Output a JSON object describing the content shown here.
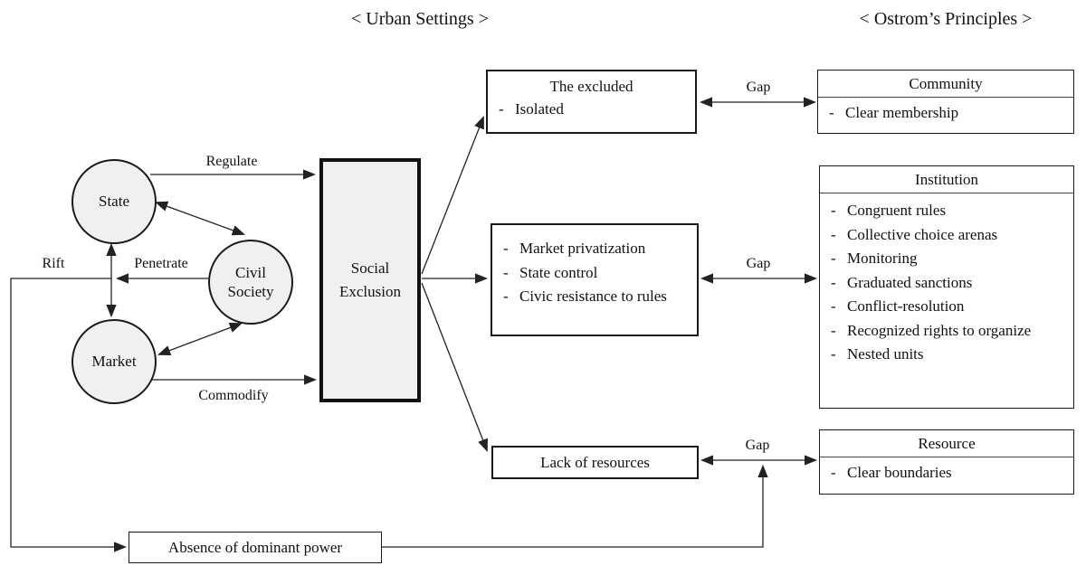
{
  "titles": {
    "urban": "< Urban Settings >",
    "ostrom": "< Ostrom’s Principles >"
  },
  "bullet": "-",
  "circles": {
    "state": "State",
    "civil_society_line1": "Civil",
    "civil_society_line2": "Society",
    "market": "Market"
  },
  "social_exclusion": {
    "line1": "Social",
    "line2": "Exclusion"
  },
  "edge_labels": {
    "regulate": "Regulate",
    "penetrate": "Penetrate",
    "rift": "Rift",
    "commodify": "Commodify",
    "gap_top": "Gap",
    "gap_middle": "Gap",
    "gap_bottom": "Gap"
  },
  "urban_boxes": {
    "excluded": {
      "title": "The excluded",
      "items": [
        "Isolated"
      ]
    },
    "factors": {
      "items": [
        "Market privatization",
        "State control",
        "Civic resistance to rules"
      ]
    },
    "lack": {
      "title": "Lack of resources"
    },
    "absence": {
      "title": "Absence of dominant power"
    }
  },
  "principle_boxes": {
    "community": {
      "title": "Community",
      "items": [
        "Clear membership"
      ]
    },
    "institution": {
      "title": "Institution",
      "items": [
        "Congruent rules",
        "Collective choice arenas",
        "Monitoring",
        "Graduated sanctions",
        "Conflict-resolution",
        "Recognized rights to organize",
        "Nested units"
      ]
    },
    "resource": {
      "title": "Resource",
      "items": [
        "Clear boundaries"
      ]
    }
  },
  "colors": {
    "background": "#ffffff",
    "node_fill": "#f0f0f0",
    "line": "#222222",
    "text": "#111111"
  }
}
